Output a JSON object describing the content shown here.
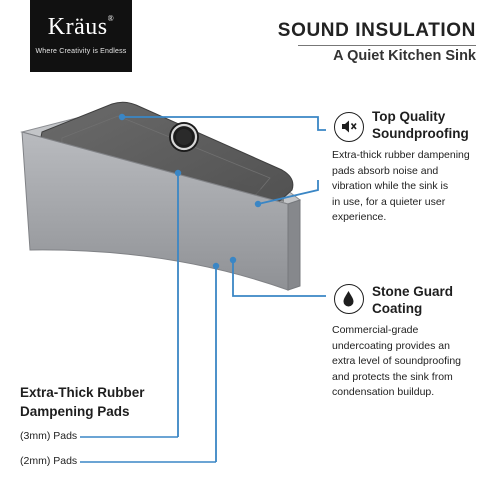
{
  "brand": {
    "name": "Kräus",
    "registered_mark": "®",
    "tagline": "Where Creativity is Endless"
  },
  "header": {
    "title": "SOUND INSULATION",
    "subtitle": "A Quiet Kitchen Sink"
  },
  "features": [
    {
      "icon": "speaker-muted-icon",
      "title_lines": [
        "Top Quality",
        "Soundproofing"
      ],
      "description_lines": [
        "Extra-thick rubber dampening",
        "pads absorb noise and",
        "vibration while the sink is",
        "in use, for a quieter user",
        "experience."
      ]
    },
    {
      "icon": "water-drop-icon",
      "title_lines": [
        "Stone Guard",
        "Coating"
      ],
      "description_lines": [
        "Commercial-grade",
        "undercoating provides an",
        "extra level of soundproofing",
        "and protects the sink from",
        "condensation buildup."
      ]
    }
  ],
  "pads": {
    "title_lines": [
      "Extra-Thick Rubber",
      "Dampening Pads"
    ],
    "items": [
      "(3mm) Pads",
      "(2mm) Pads"
    ]
  },
  "colors": {
    "callout_blue": "#3a86c5",
    "pad_gray": "#5e5e5e",
    "steel": "#a2a4a8",
    "dark": "#1e1e1e"
  }
}
